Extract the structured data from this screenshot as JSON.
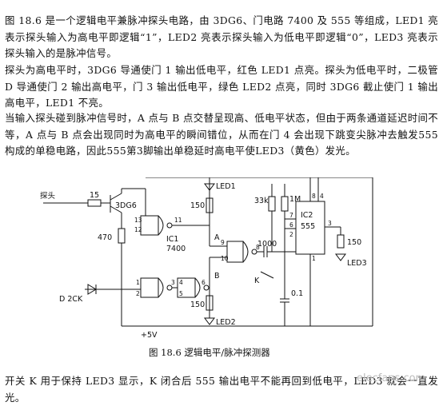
{
  "paragraphs": [
    "图 18.6 是一个逻辑电平兼脉冲探头电路，由 3DG6、门电路 7400 及 555 等组成，LED1 亮表示探头输入为高电平即逻辑“1”，LED2 亮表示探头输入为低电平即逻辑“0”，LED3 亮表示探头输入的是脉冲信号。",
    "探头为高电平时，3DG6 导通使门 1 输出低电平，红色 LED1 点亮。探头为低电平时，二极管 D 导通使门 2 输出高电平，门 3 输出低电平，绿色 LED2 点亮，同时 3DG6 截止使门 1 输出高电平，LED1 不亮。",
    "当输入探头碰到脉冲信号时，A 点与 B 点交替呈现高、低电平状态，但由于两条通道延迟时间不等，A 点与 B 点会出现同时为高电平的瞬间错位，从而在门 4 会出现下跳变尖脉冲去触发555构成的单稳电路，因此555第3脚输出单稳延时高电平使LED3（黄色）发光。",
    "开关 K 用于保持 LED3 显示，K 闭合后 555 输出电平不能再回到低电平，LED3 就会一直发光。"
  ],
  "figure": {
    "caption": "图 18.6   逻辑电平/脉冲探测器",
    "labels": {
      "probe": "探头",
      "r15": "15",
      "transistor": "3DG6",
      "r470": "470",
      "r150a": "150",
      "led1": "LED1",
      "r150b": "150",
      "led2": "LED2",
      "ic1": "IC1",
      "ic1_type": "7400",
      "diode": "D 2CK",
      "pointA": "A",
      "pointB": "B",
      "r33k": "33k",
      "r1m": "1M",
      "c1000": "1000",
      "c01": "0.1",
      "switch": "K",
      "ic2": "IC2",
      "ic2_type": "555",
      "r150c": "150",
      "led3": "LED3",
      "vcc": "+5V",
      "g1_in1": "13",
      "g1_in2": "12",
      "g1_out": "11",
      "g2_in": "1",
      "g2_in2": "2",
      "g2_out": "3",
      "g3_in": "4",
      "g3_in2": "5",
      "g3_out": "6",
      "g4_in1": "9",
      "g4_in2": "10",
      "g4_out": "8",
      "p8": "8",
      "p4": "4",
      "p7": "7",
      "p6": "6",
      "p2": "2",
      "p3": "3",
      "p1": "1"
    }
  },
  "watermark": "elecfans.com"
}
